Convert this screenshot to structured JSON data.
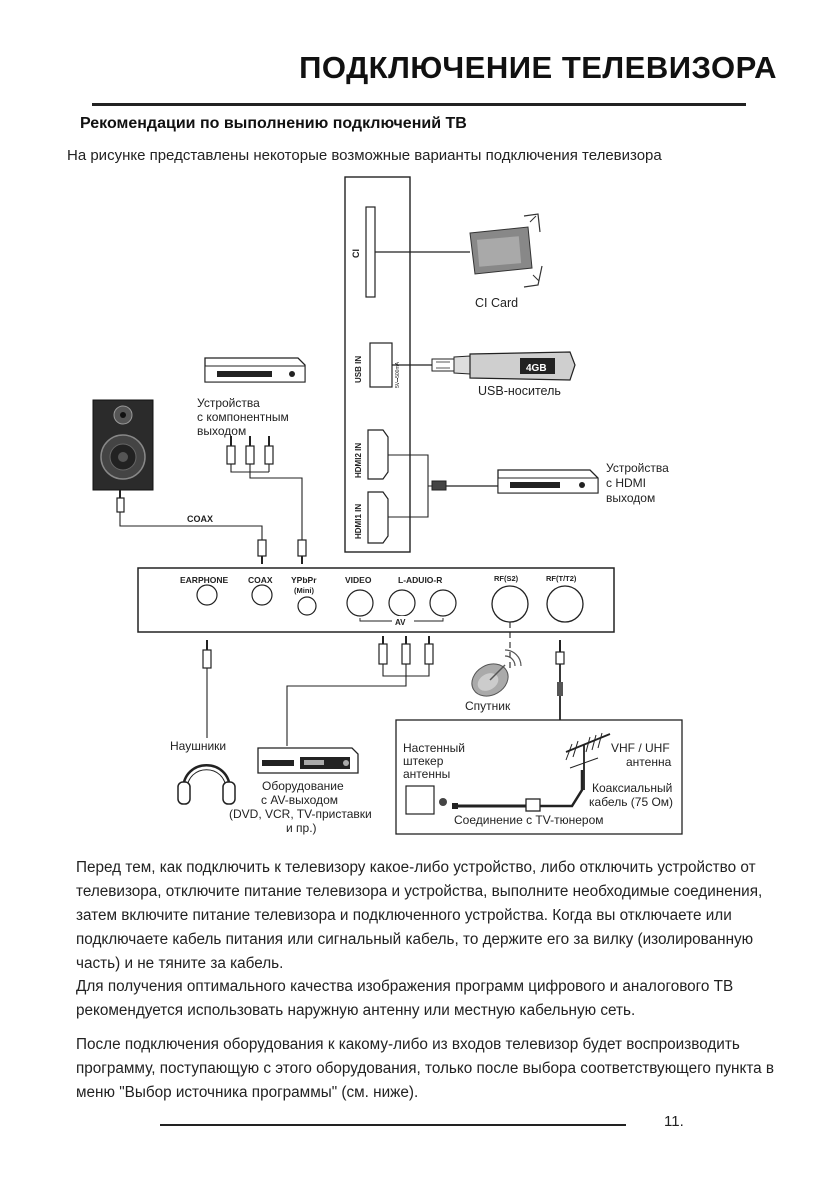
{
  "header": {
    "title": "ПОДКЛЮЧЕНИЕ ТЕЛЕВИЗОРА",
    "section_heading": "Рекомендации по выполнению подключений ТВ",
    "intro": "На рисунке представлены некоторые возможные варианты подключения телевизора"
  },
  "diagram": {
    "tv_panel_labels": {
      "ci": "CI",
      "usb_in": "USB IN",
      "usb_rating": "5V⎓500mA",
      "hdmi2_in": "HDMI2 IN",
      "hdmi1_in": "HDMI1 IN"
    },
    "port_labels": {
      "earphone": "EARPHONE",
      "coax": "COAX",
      "ypbpr": "YPbPr",
      "ypbpr_sub": "(Mini)",
      "video": "VIDEO",
      "audio": "L-ADUIO-R",
      "rf_s2": "RF(S2)",
      "rf_t2": "RF(T/T2)",
      "av": "AV"
    },
    "cable_labels": {
      "coax": "COAX"
    },
    "devices": {
      "ci_card": "CI Card",
      "usb_drive": "USB-носитель",
      "usb_drive_capacity": "4GB",
      "component_device": [
        "Устройства",
        "с компонентным",
        "выходом"
      ],
      "hdmi_device": [
        "Устройства",
        "с HDMI",
        "выходом"
      ],
      "satellite": "Спутник",
      "headphones": "Наушники",
      "av_equipment": [
        "Оборудование",
        "с AV-выходом",
        "(DVD, VCR, TV-приставки",
        "и пр.)"
      ],
      "wall_socket": [
        "Настенный",
        "штекер",
        "антенны"
      ],
      "vhf_antenna": [
        "VHF / UHF",
        "антенна"
      ],
      "coax_cable": [
        "Коаксиальный",
        "кабель (75 Ом)"
      ],
      "tuner_connection": "Соединение с TV-тюнером"
    }
  },
  "body": {
    "paragraph_1": "Перед тем, как подключить к телевизору какое-либо устройство, либо отключить устройство от телевизора, отключите питание телевизора и устройства, выполните необходимые соединения, затем включите питание телевизора и подключенного устройства. Когда вы отключаете или подключаете кабель питания или сигнальный кабель, то держите его за вилку (изолированную часть) и не тяните за кабель.",
    "paragraph_2": "Для получения оптимального качества изображения программ цифрового и аналогового ТВ рекомендуется использовать наружную антенну или местную кабельную сеть.",
    "paragraph_3": "После подключения оборудования к какому-либо из входов телевизор будет воспроизводить программу, поступающую с этого оборудования, только после выбора соответствующего пункта в меню \"Выбор источника программы\" (см. ниже)."
  },
  "footer": {
    "page_number": "11."
  }
}
